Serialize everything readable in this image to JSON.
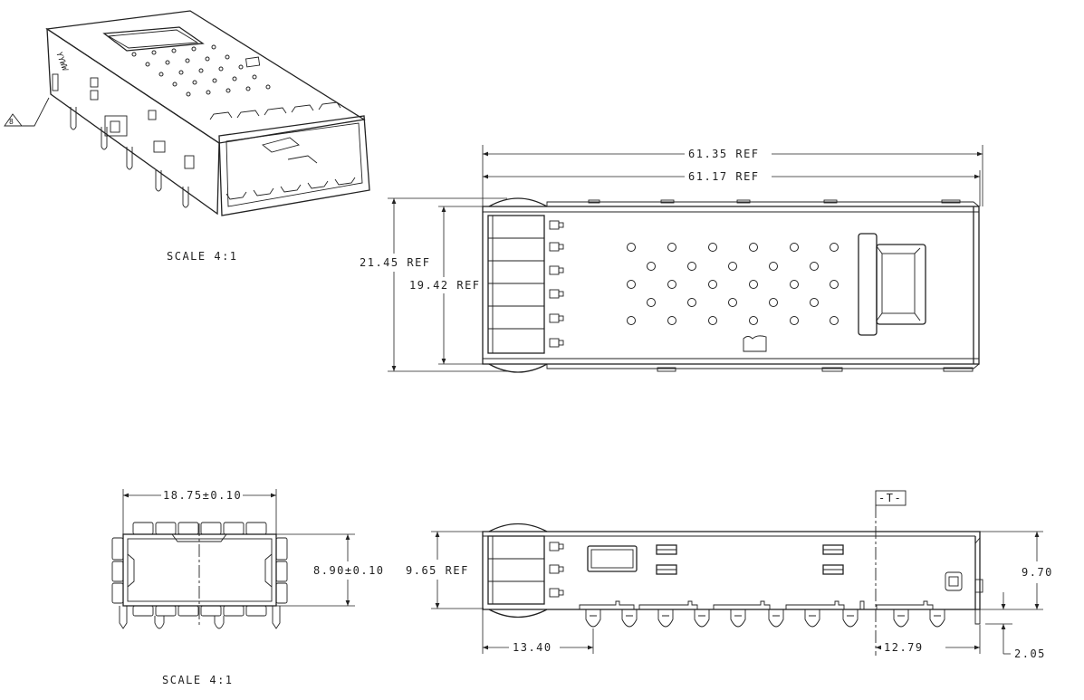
{
  "iso_view": {
    "scale_label": "SCALE  4:1",
    "marking_text": "YYWW",
    "note_flag": "8"
  },
  "front_view": {
    "scale_label": "SCALE  4:1",
    "width_dim": "18.75±0.10",
    "height_dim": "8.90±0.10"
  },
  "top_view": {
    "overall_length_dim": "61.35 REF",
    "body_length_dim": "61.17 REF",
    "overall_width_dim": "21.45 REF",
    "body_width_dim": "19.42 REF"
  },
  "side_view": {
    "datum_label": "-T-",
    "height_ref_dim": "9.65 REF",
    "right_height_dim": "9.70",
    "front_to_pin_dim": "13.40",
    "datum_to_back_dim": "12.79",
    "pin_length_dim": "2.05"
  }
}
